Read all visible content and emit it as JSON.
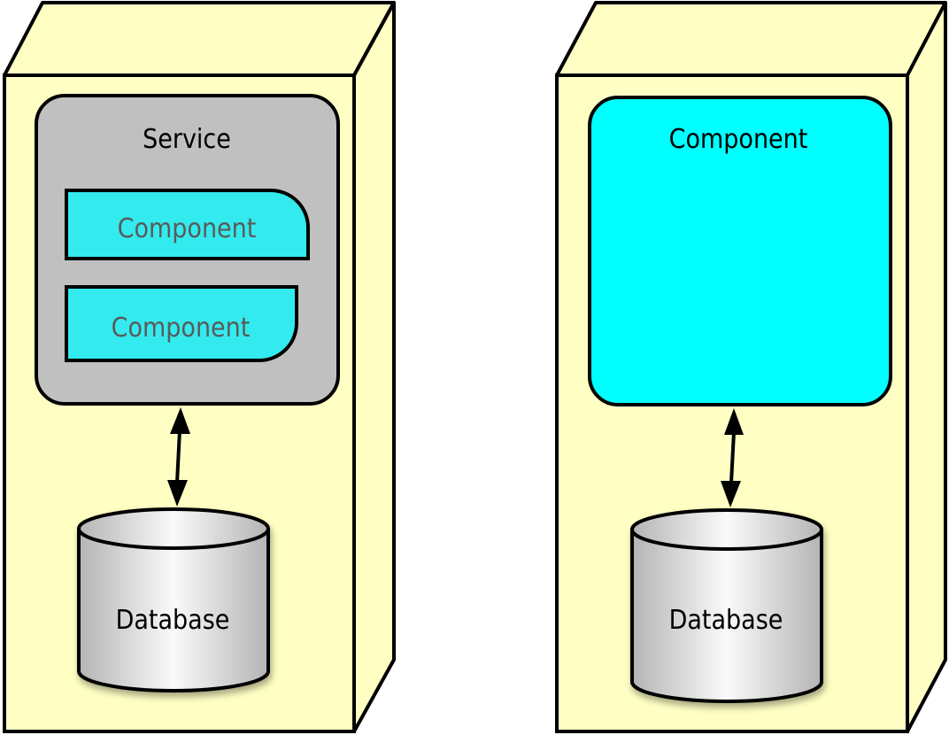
{
  "colors": {
    "node_fill": "#ffffc4",
    "service_fill": "#c0c0c0",
    "inner_component_fill": "#33ebee",
    "inner_component_text": "#5a5a5a",
    "big_component_fill": "#00ffff",
    "stroke": "#000000"
  },
  "left_node": {
    "service": {
      "label": "Service",
      "components": [
        {
          "label": "Component"
        },
        {
          "label": "Component"
        }
      ]
    },
    "database": {
      "label": "Database"
    }
  },
  "right_node": {
    "component": {
      "label": "Component"
    },
    "database": {
      "label": "Database"
    }
  }
}
